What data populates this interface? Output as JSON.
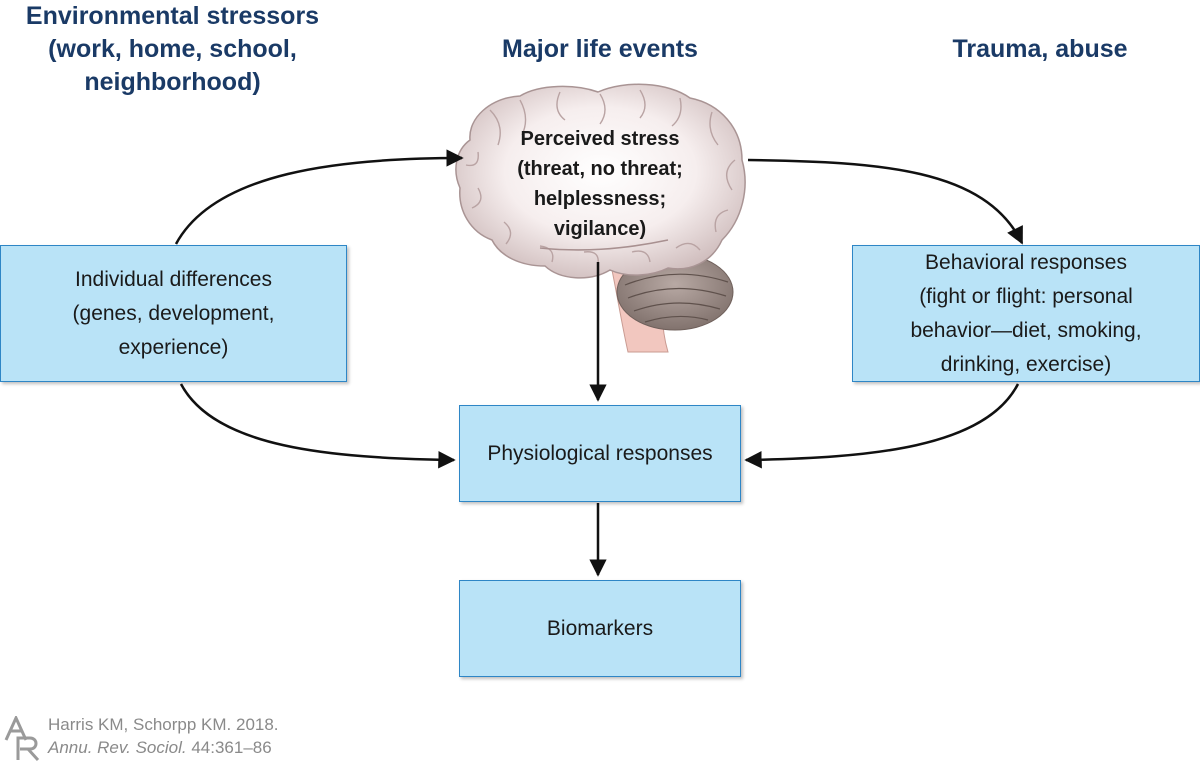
{
  "headers": {
    "environmental": [
      "Environmental stressors",
      "(work, home, school,",
      "neighborhood)"
    ],
    "major_life_events": "Major life events",
    "trauma": "Trauma, abuse"
  },
  "brain": {
    "label_lines": [
      "Perceived stress",
      "(threat, no threat;",
      "helplessness;",
      "vigilance)"
    ]
  },
  "boxes": {
    "individual": [
      "Individual differences",
      "(genes, development,",
      "experience)"
    ],
    "behavioral": [
      "Behavioral responses",
      "(fight or flight: personal",
      "behavior—diet, smoking,",
      "drinking, exercise)"
    ],
    "physiological": "Physiological responses",
    "biomarkers": "Biomarkers"
  },
  "credit": {
    "line1": "Harris KM, Schorpp KM. 2018.",
    "journal": "Annu. Rev. Sociol.",
    "volume": " 44:361–86"
  },
  "colors": {
    "header_text": "#1a3a66",
    "box_fill": "#b9e3f7",
    "box_border": "#2e86c6",
    "arrow": "#111111",
    "credit_text": "#8a8a8a"
  }
}
